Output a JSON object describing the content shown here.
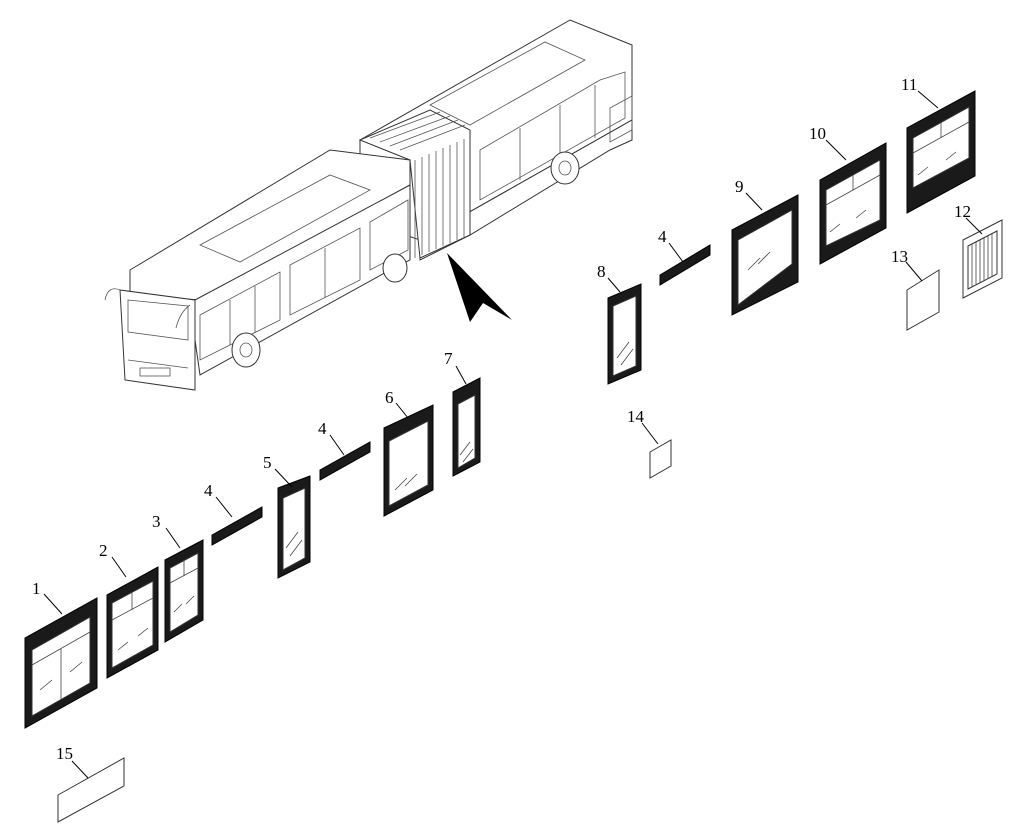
{
  "diagram": {
    "labels": {
      "p1": "1",
      "p2": "2",
      "p3": "3",
      "p4a": "4",
      "p5": "5",
      "p4b": "4",
      "p6": "6",
      "p7": "7",
      "p8": "8",
      "p4c": "4",
      "p9": "9",
      "p10": "10",
      "p11": "11",
      "p12": "12",
      "p13": "13",
      "p14": "14",
      "p15": "15"
    },
    "colors": {
      "frame": "#1a1a1a",
      "line": "#000000",
      "background": "#ffffff"
    }
  }
}
